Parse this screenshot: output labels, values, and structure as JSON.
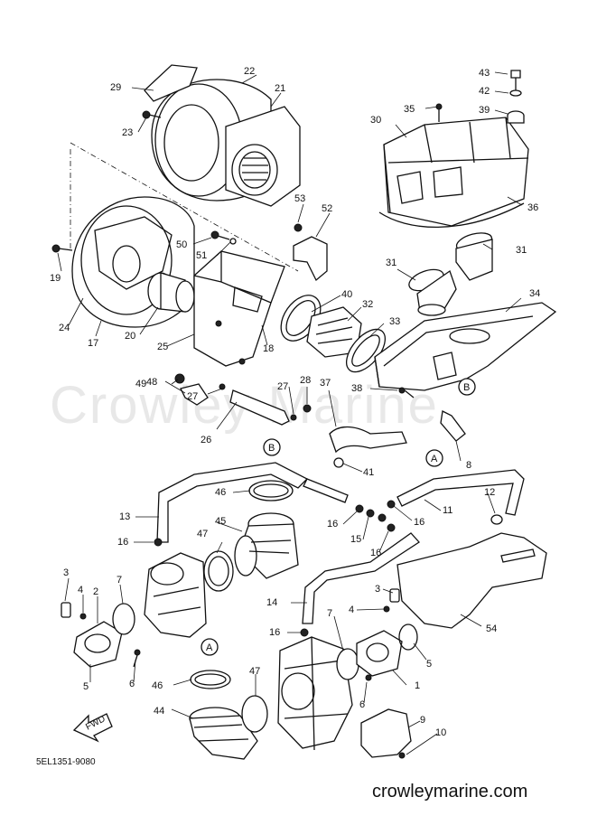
{
  "watermark": "Crowley Marine",
  "diagram_code": "5EL1351-9080",
  "website": "crowleymarine.com",
  "fwd_label": "FWD",
  "callouts": [
    {
      "id": "c1",
      "text": "1"
    },
    {
      "id": "c2",
      "text": "2"
    },
    {
      "id": "c3a",
      "text": "3"
    },
    {
      "id": "c3b",
      "text": "3"
    },
    {
      "id": "c4a",
      "text": "4"
    },
    {
      "id": "c4b",
      "text": "4"
    },
    {
      "id": "c5a",
      "text": "5"
    },
    {
      "id": "c5b",
      "text": "5"
    },
    {
      "id": "c6a",
      "text": "6"
    },
    {
      "id": "c6b",
      "text": "6"
    },
    {
      "id": "c7a",
      "text": "7"
    },
    {
      "id": "c7b",
      "text": "7"
    },
    {
      "id": "c8",
      "text": "8"
    },
    {
      "id": "c9",
      "text": "9"
    },
    {
      "id": "c10",
      "text": "10"
    },
    {
      "id": "c11",
      "text": "11"
    },
    {
      "id": "c12",
      "text": "12"
    },
    {
      "id": "c13",
      "text": "13"
    },
    {
      "id": "c14",
      "text": "14"
    },
    {
      "id": "c15",
      "text": "15"
    },
    {
      "id": "c16a",
      "text": "16"
    },
    {
      "id": "c16b",
      "text": "16"
    },
    {
      "id": "c16c",
      "text": "16"
    },
    {
      "id": "c16d",
      "text": "16"
    },
    {
      "id": "c16e",
      "text": "16"
    },
    {
      "id": "c17",
      "text": "17"
    },
    {
      "id": "c18",
      "text": "18"
    },
    {
      "id": "c19",
      "text": "19"
    },
    {
      "id": "c20",
      "text": "20"
    },
    {
      "id": "c21",
      "text": "21"
    },
    {
      "id": "c22",
      "text": "22"
    },
    {
      "id": "c23",
      "text": "23"
    },
    {
      "id": "c24",
      "text": "24"
    },
    {
      "id": "c25",
      "text": "25"
    },
    {
      "id": "c26",
      "text": "26"
    },
    {
      "id": "c27a",
      "text": "27"
    },
    {
      "id": "c27b",
      "text": "27"
    },
    {
      "id": "c28",
      "text": "28"
    },
    {
      "id": "c29",
      "text": "29"
    },
    {
      "id": "c30",
      "text": "30"
    },
    {
      "id": "c31a",
      "text": "31"
    },
    {
      "id": "c31b",
      "text": "31"
    },
    {
      "id": "c32",
      "text": "32"
    },
    {
      "id": "c33",
      "text": "33"
    },
    {
      "id": "c34",
      "text": "34"
    },
    {
      "id": "c35",
      "text": "35"
    },
    {
      "id": "c36",
      "text": "36"
    },
    {
      "id": "c37",
      "text": "37"
    },
    {
      "id": "c38",
      "text": "38"
    },
    {
      "id": "c39",
      "text": "39"
    },
    {
      "id": "c40",
      "text": "40"
    },
    {
      "id": "c41",
      "text": "41"
    },
    {
      "id": "c42",
      "text": "42"
    },
    {
      "id": "c43",
      "text": "43"
    },
    {
      "id": "c44",
      "text": "44"
    },
    {
      "id": "c45",
      "text": "45"
    },
    {
      "id": "c46a",
      "text": "46"
    },
    {
      "id": "c46b",
      "text": "46"
    },
    {
      "id": "c47a",
      "text": "47"
    },
    {
      "id": "c47b",
      "text": "47"
    },
    {
      "id": "c48",
      "text": "48"
    },
    {
      "id": "c49",
      "text": "49"
    },
    {
      "id": "c50",
      "text": "50"
    },
    {
      "id": "c51",
      "text": "51"
    },
    {
      "id": "c52",
      "text": "52"
    },
    {
      "id": "c53",
      "text": "53"
    },
    {
      "id": "c54",
      "text": "54"
    }
  ],
  "refs": [
    {
      "id": "rB1",
      "text": "B"
    },
    {
      "id": "rB2",
      "text": "B"
    },
    {
      "id": "rA1",
      "text": "A"
    },
    {
      "id": "rA2",
      "text": "A"
    }
  ]
}
